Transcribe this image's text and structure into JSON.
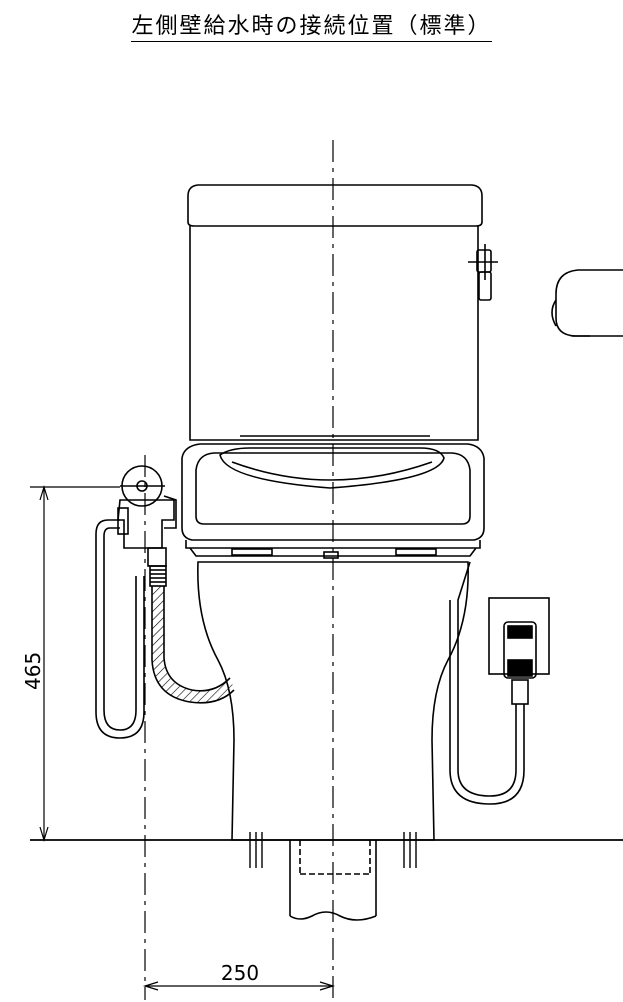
{
  "title": "左側壁給水時の接続位置（標準）",
  "dimensions": {
    "height_label": "465",
    "offset_label": "250"
  },
  "colors": {
    "line": "#000000",
    "background": "#ffffff"
  }
}
